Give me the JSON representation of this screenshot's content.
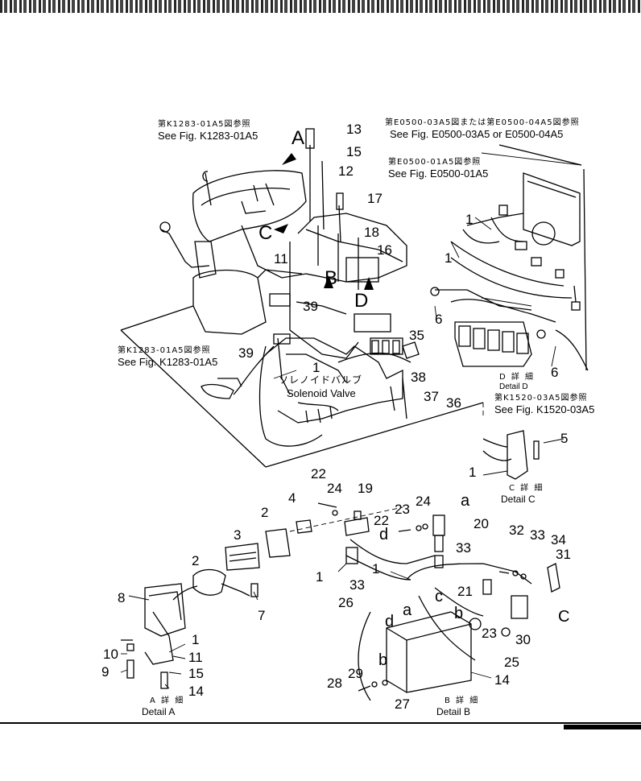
{
  "references": {
    "k1283_top": {
      "jp": "第K1283-01A5図参照",
      "en": "See Fig. K1283-01A5"
    },
    "e0500_0304": {
      "jp": "第E0500-03A5図または第E0500-04A5図参照",
      "en": "See Fig. E0500-03A5 or E0500-04A5"
    },
    "e0500_01": {
      "jp": "第E0500-01A5図参照",
      "en": "See Fig. E0500-01A5"
    },
    "k1283_mid": {
      "jp": "第K1283-01A5図参照",
      "en": "See Fig. K1283-01A5"
    },
    "solenoid": {
      "jp": "ソレノイドバルブ",
      "en": "Solenoid Valve"
    },
    "k1520": {
      "jp": "第K1520-03A5図参照",
      "en": "See Fig. K1520-03A5"
    }
  },
  "details": {
    "d": {
      "jp": "D 詳 細",
      "en": "Detail D"
    },
    "c": {
      "jp": "C 詳 細",
      "en": "Detail C"
    },
    "a": {
      "jp": "A 詳 細",
      "en": "Detail A"
    },
    "b": {
      "jp": "B 詳 細",
      "en": "Detail B"
    }
  },
  "view_letters": [
    "A",
    "B",
    "C",
    "D"
  ],
  "part_numbers": [
    "1",
    "2",
    "3",
    "4",
    "5",
    "6",
    "7",
    "8",
    "9",
    "10",
    "11",
    "12",
    "13",
    "14",
    "15",
    "16",
    "17",
    "18",
    "19",
    "20",
    "21",
    "22",
    "23",
    "24",
    "25",
    "26",
    "27",
    "28",
    "29",
    "30",
    "31",
    "32",
    "33",
    "34",
    "35",
    "36",
    "37",
    "38",
    "39"
  ],
  "connector_letters": [
    "a",
    "b",
    "c",
    "d"
  ],
  "labels": [
    "13",
    "15",
    "12",
    "17",
    "18",
    "16",
    "11",
    "39",
    "39",
    "1",
    "35",
    "6",
    "6",
    "1",
    "1",
    "38",
    "37",
    "36",
    "5",
    "1",
    "22",
    "24",
    "19",
    "4",
    "2",
    "3",
    "2",
    "7",
    "8",
    "10",
    "9",
    "1",
    "11",
    "15",
    "14",
    "24",
    "23",
    "22",
    "20",
    "32",
    "33",
    "34",
    "31",
    "33",
    "1",
    "1",
    "33",
    "26",
    "21",
    "23",
    "25",
    "30",
    "29",
    "28",
    "27",
    "14"
  ]
}
